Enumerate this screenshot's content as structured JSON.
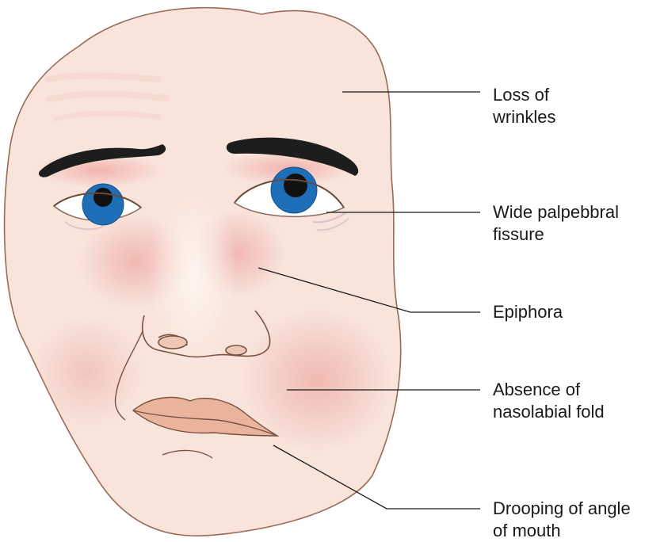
{
  "colors": {
    "skin": "#f7e3d9",
    "skin_outline": "#9a6a55",
    "blush": "#f0b4b0",
    "brow": "#1d1d1d",
    "iris": "#1f6fb8",
    "pupil": "#111111",
    "lips": "#eab49c",
    "leader_line": "#1a1a1a"
  },
  "labels": [
    {
      "id": "loss-of-wrinkles",
      "lines": [
        "Loss of",
        "wrinkles"
      ]
    },
    {
      "id": "wide-palpebral-fissure",
      "lines": [
        "Wide palpebbral",
        "fissure"
      ]
    },
    {
      "id": "epiphora",
      "lines": [
        "Epiphora"
      ]
    },
    {
      "id": "absence-of-nasolabial-fold",
      "lines": [
        "Absence of",
        "nasolabial fold"
      ]
    },
    {
      "id": "drooping-of-angle-of-mouth",
      "lines": [
        "Drooping of angle",
        "of mouth"
      ]
    }
  ]
}
